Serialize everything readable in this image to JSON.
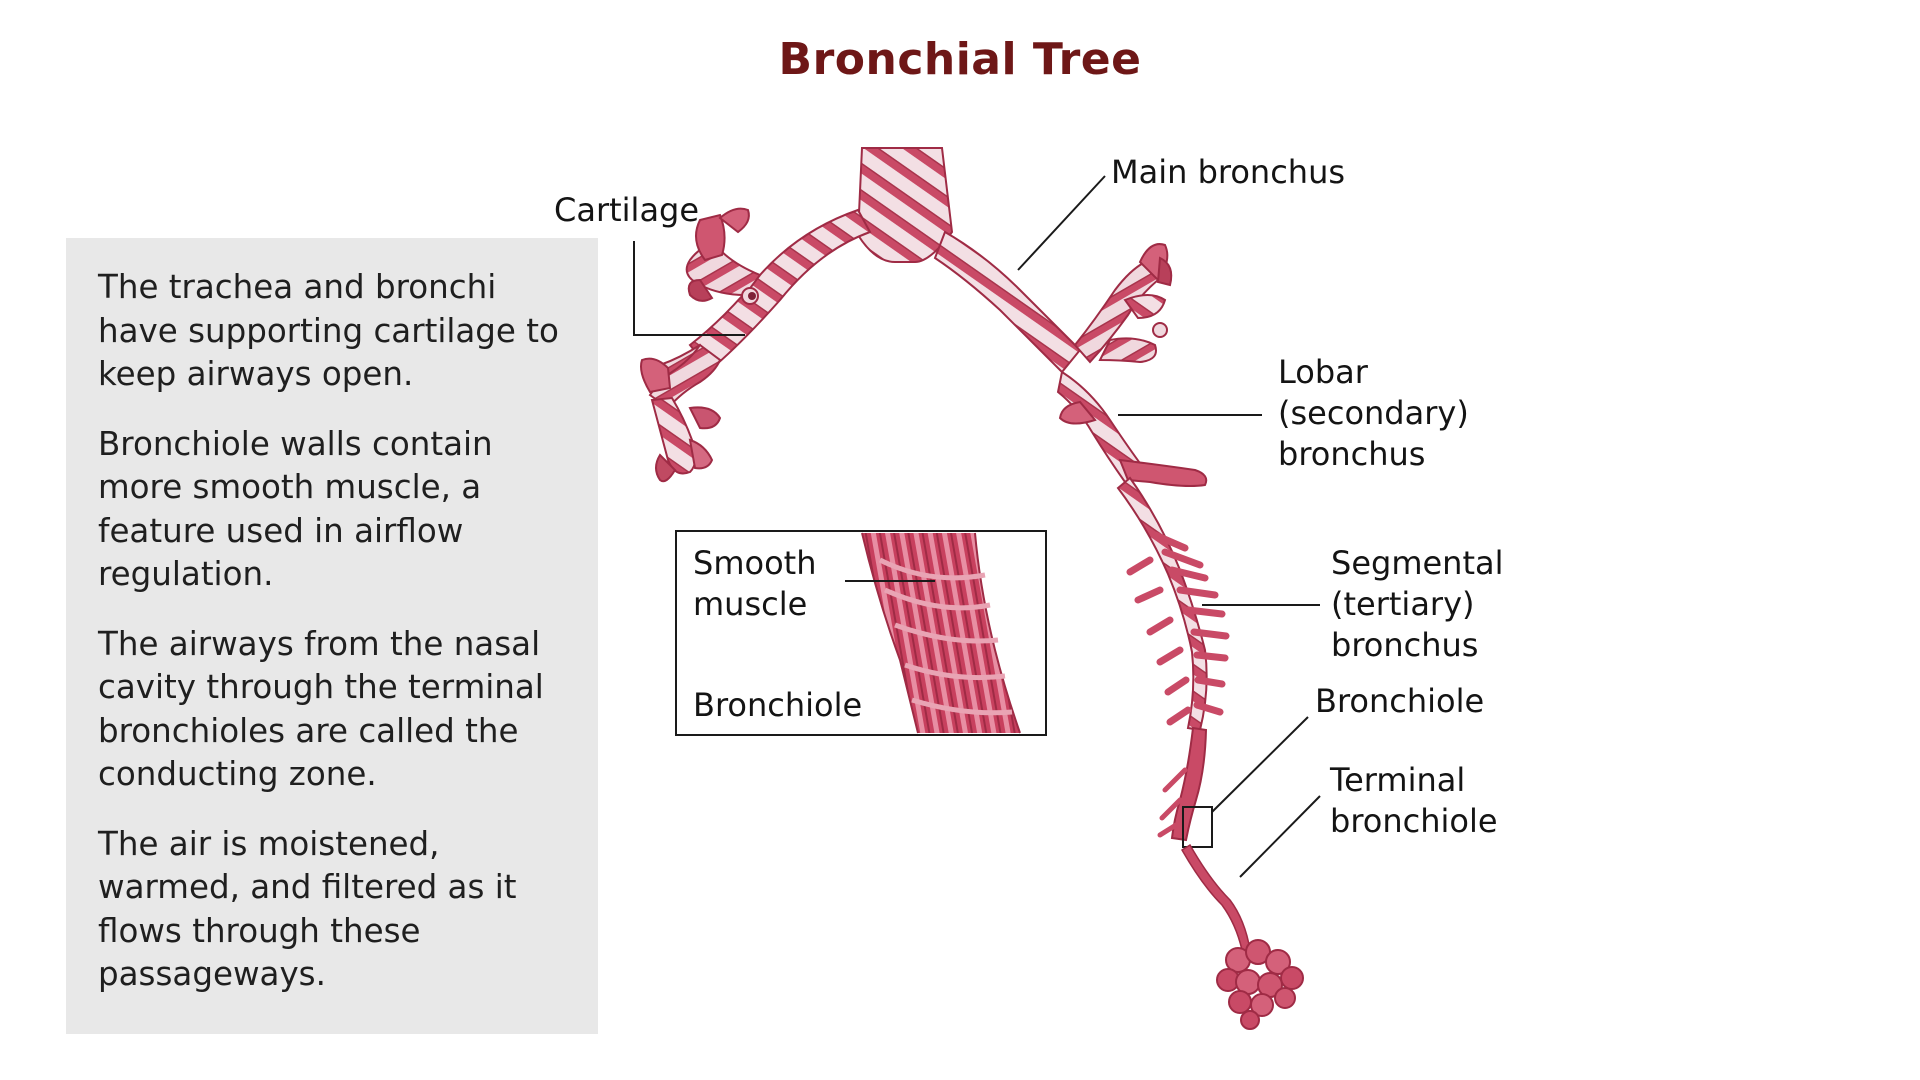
{
  "title": "Bronchial Tree",
  "info_paragraphs": [
    "The trachea and bronchi have supporting cartilage to keep airways open.",
    "Bronchiole walls contain more smooth muscle, a feature used in airflow regulation.",
    "The airways from the nasal cavity through the terminal bronchioles are called the conducting zone.",
    "The air is moistened, warmed, and filtered as it flows through these passageways."
  ],
  "labels": {
    "cartilage": "Cartilage",
    "main_bronchus": "Main bronchus",
    "lobar_line1": "Lobar",
    "lobar_line2": "(secondary)",
    "lobar_line3": "bronchus",
    "segmental_line1": "Segmental",
    "segmental_line2": "(tertiary)",
    "segmental_line3": "bronchus",
    "bronchiole": "Bronchiole",
    "terminal_line1": "Terminal",
    "terminal_line2": "bronchiole"
  },
  "inset": {
    "smooth_line1": "Smooth",
    "smooth_line2": "muscle",
    "bronchiole": "Bronchiole"
  },
  "colors": {
    "title": "#6e1717",
    "panel_bg": "#e8e8e8",
    "airway": "#c94a66",
    "cartilage_ring": "#f1dde2"
  }
}
